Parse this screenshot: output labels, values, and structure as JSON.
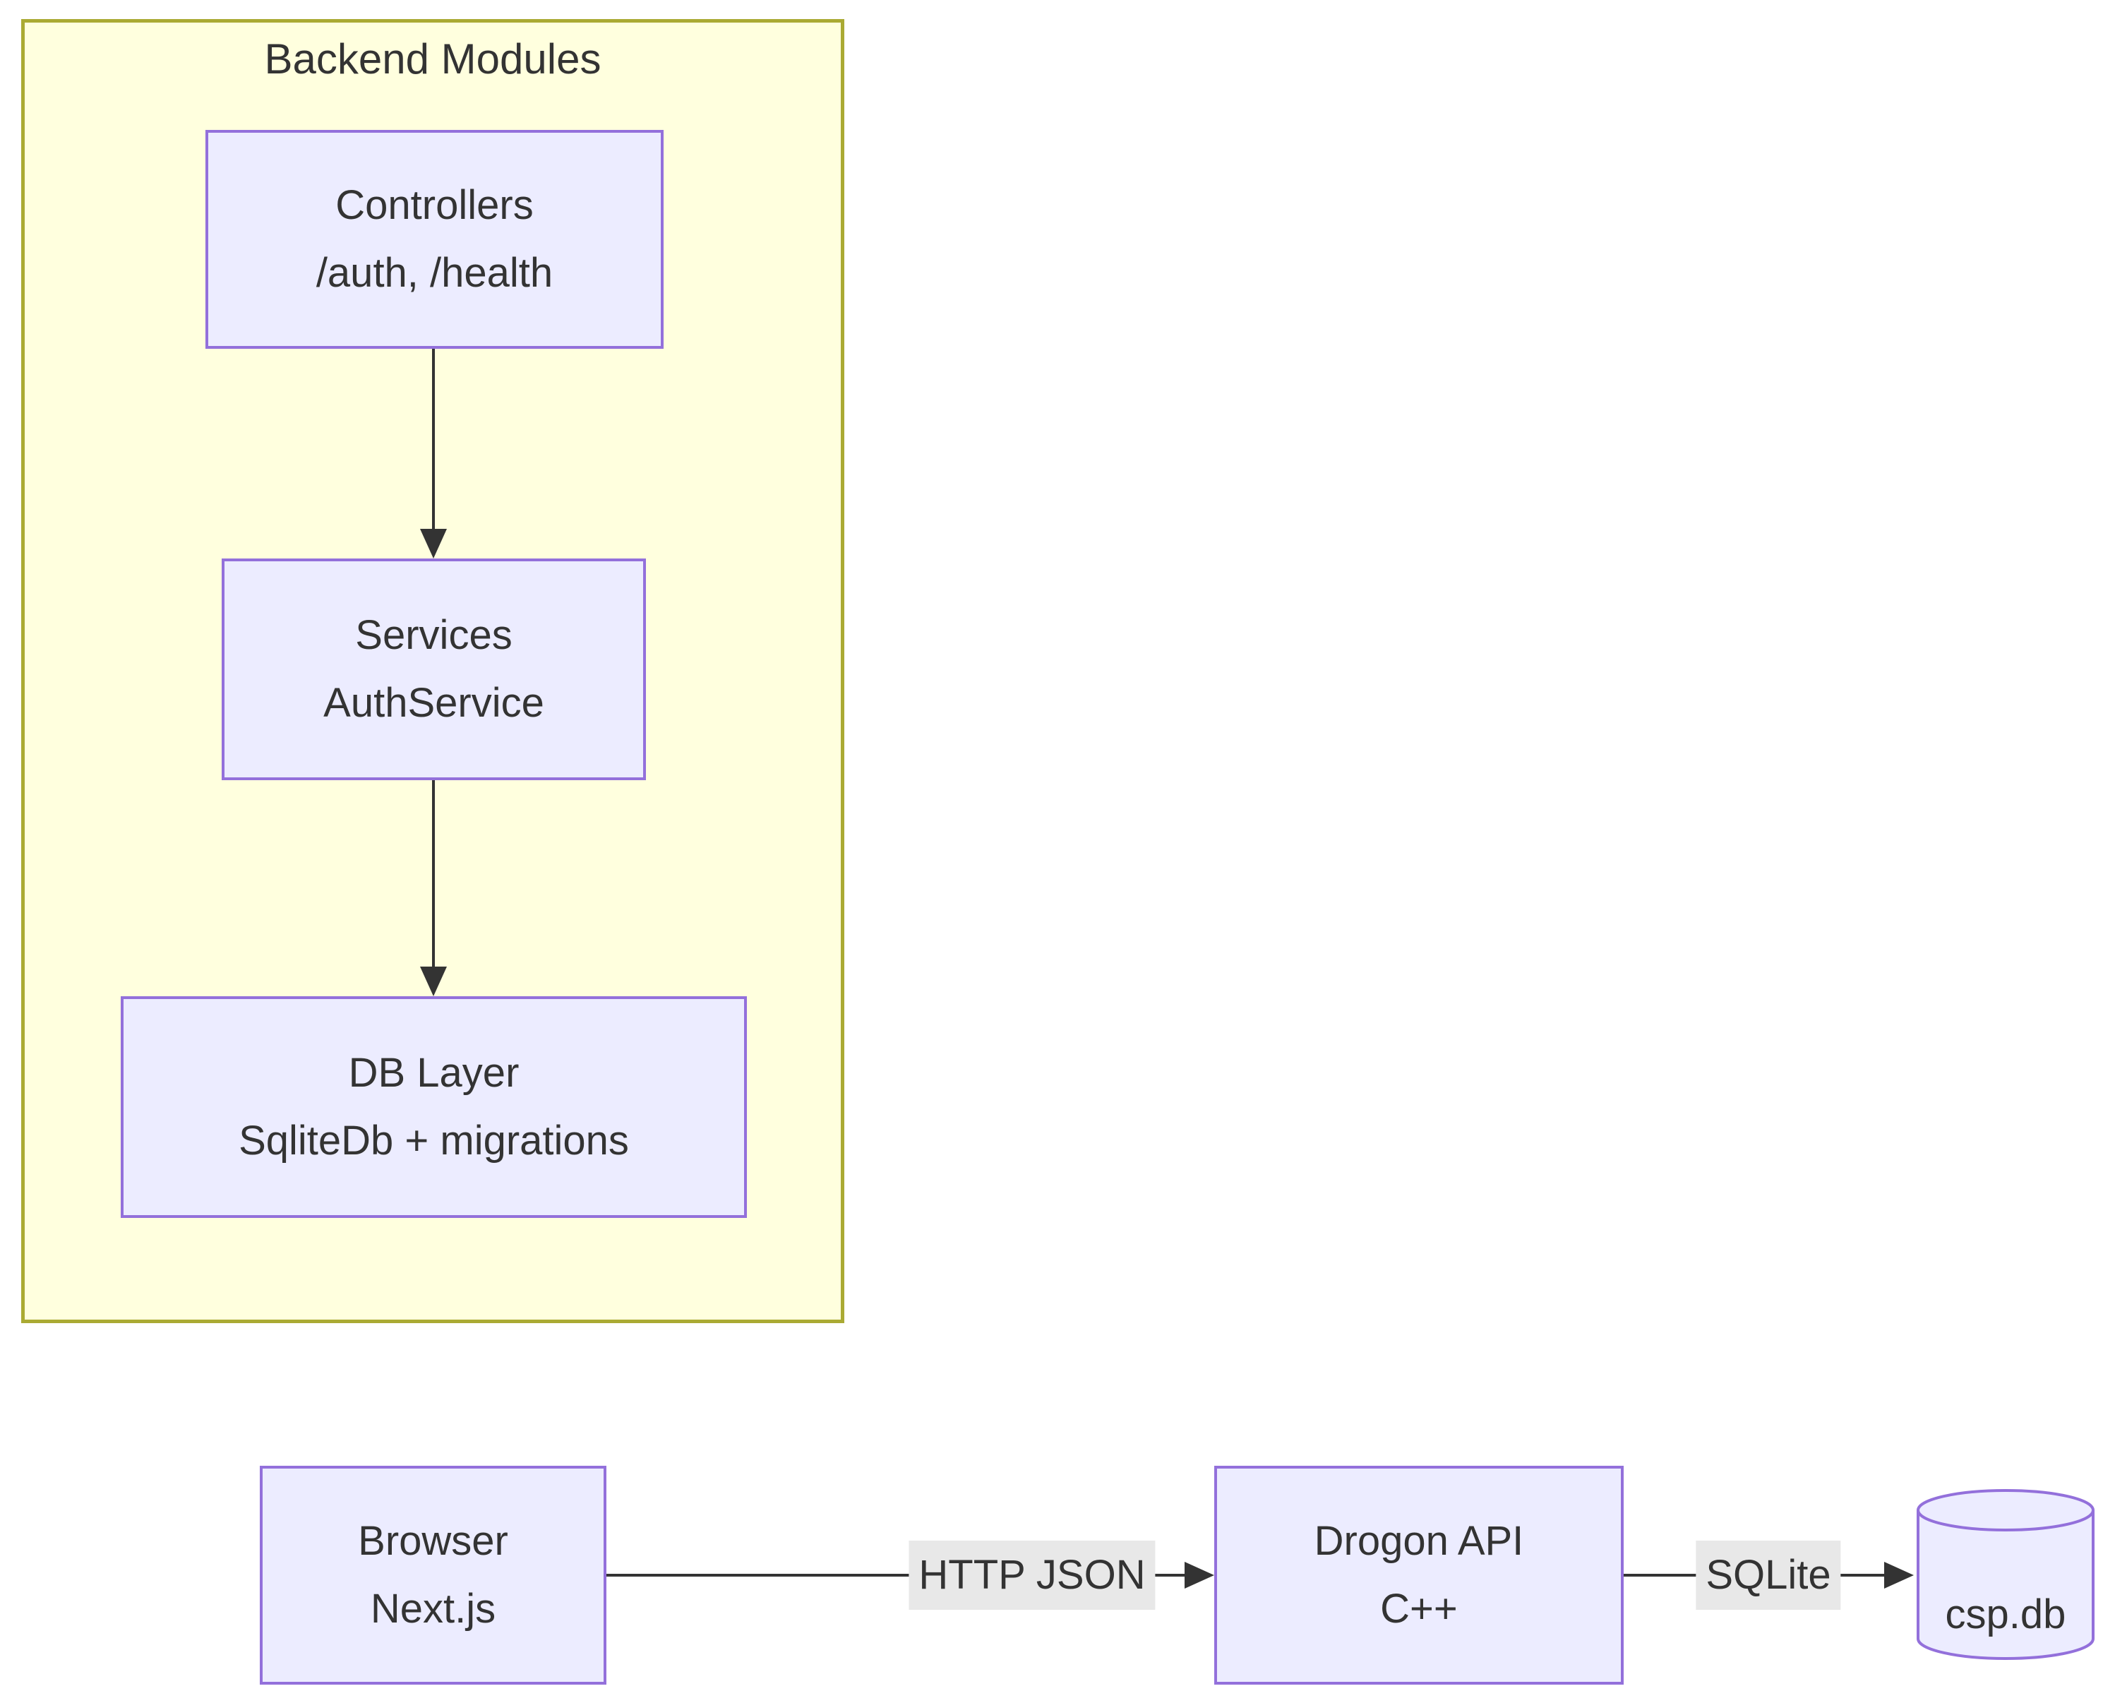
{
  "diagram": {
    "cluster": {
      "title": "Backend Modules",
      "nodes": {
        "controllers": {
          "line1": "Controllers",
          "line2": "/auth, /health"
        },
        "services": {
          "line1": "Services",
          "line2": "AuthService"
        },
        "db_layer": {
          "line1": "DB Layer",
          "line2": "SqliteDb + migrations"
        }
      }
    },
    "flow": {
      "browser": {
        "line1": "Browser",
        "line2": "Next.js"
      },
      "api": {
        "line1": "Drogon API",
        "line2": "C++"
      },
      "database": {
        "label": "csp.db"
      },
      "edges": {
        "browser_to_api": {
          "label": "HTTP JSON"
        },
        "api_to_db": {
          "label": "SQLite"
        }
      }
    },
    "colors": {
      "node_fill": "#ECECFF",
      "node_border": "#9370DB",
      "cluster_fill": "#FFFFDE",
      "cluster_border": "#AAAA33",
      "edge": "#333333",
      "text": "#333333",
      "edge_label_bg": "#E8E8E8"
    }
  }
}
